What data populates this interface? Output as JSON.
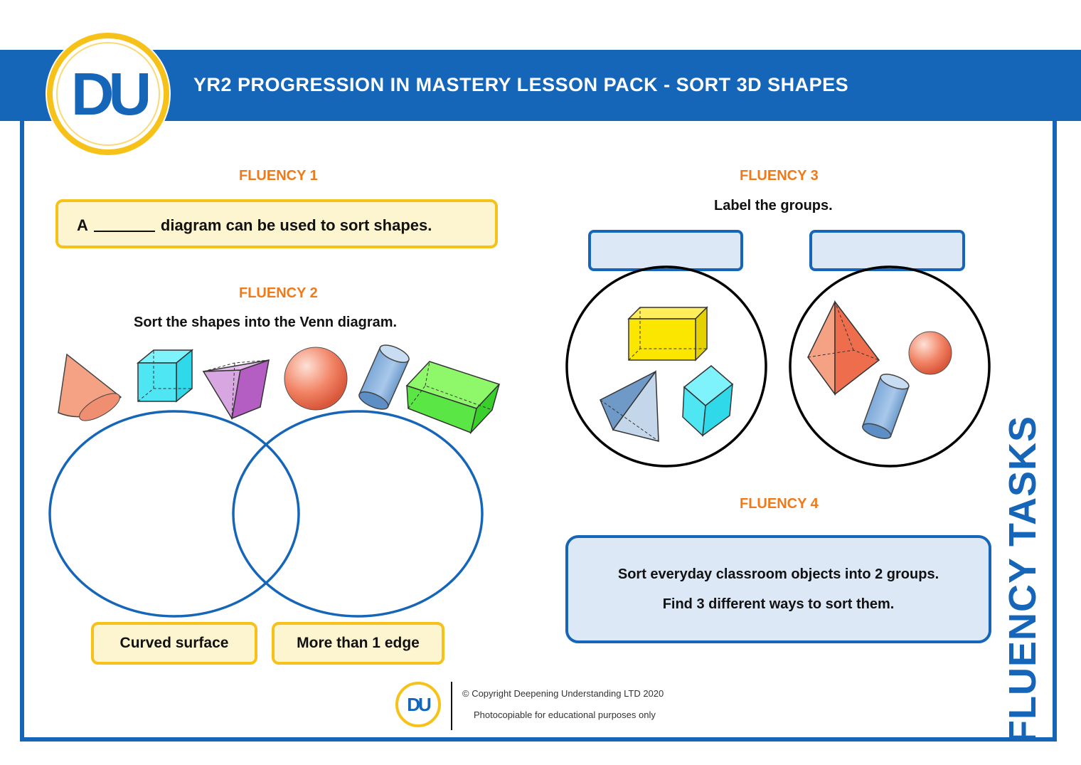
{
  "header": {
    "title": "YR2 PROGRESSION IN MASTERY LESSON PACK - SORT 3D SHAPES",
    "logo_text": "DU"
  },
  "fluency1": {
    "heading": "FLUENCY 1",
    "sentence_start": "A",
    "sentence_end": "diagram can be used to sort shapes."
  },
  "fluency2": {
    "heading": "FLUENCY 2",
    "instruction": "Sort the shapes into the Venn diagram.",
    "shapes": [
      "cone-icon",
      "cube-icon",
      "square-pyramid-icon",
      "sphere-icon",
      "cylinder-icon",
      "cuboid-icon"
    ],
    "labels": [
      "Curved surface",
      "More than 1 edge"
    ]
  },
  "fluency3": {
    "heading": "FLUENCY 3",
    "instruction": "Label the groups.",
    "group1_shapes": [
      "cuboid-icon",
      "triangular-pyramid-icon",
      "cube-icon"
    ],
    "group2_shapes": [
      "square-pyramid-icon",
      "sphere-icon",
      "cylinder-icon"
    ]
  },
  "fluency4": {
    "heading": "FLUENCY 4",
    "line1": "Sort everyday classroom objects into 2 groups.",
    "line2": "Find 3 different ways to sort them."
  },
  "side_label": "FLUENCY TASKS",
  "footer": {
    "copyright": "© Copyright Deepening Understanding LTD 2020",
    "note": "Photocopiable for educational purposes only",
    "logo_text": "DU"
  },
  "colors": {
    "brand_blue": "#1565b8",
    "brand_yellow": "#f6c21a",
    "heading_orange": "#f07a1a"
  }
}
